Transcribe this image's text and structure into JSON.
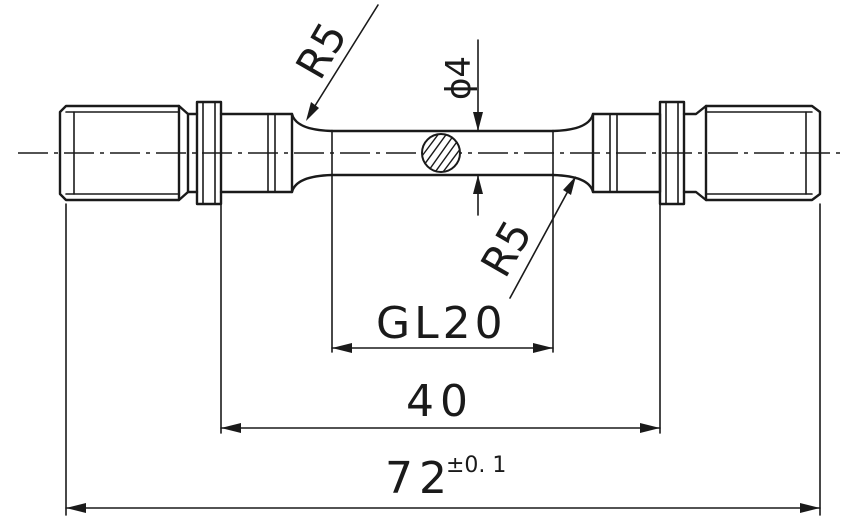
{
  "labels": {
    "radius_top": "R5",
    "radius_bottom": "R5",
    "diameter": "ϕ4",
    "gauge_length": "GL20",
    "grip_span": "40",
    "overall_length": "72",
    "tolerance": "±0. 1"
  },
  "colors": {
    "ink": "#1a1a1a",
    "paper": "#ffffff"
  }
}
